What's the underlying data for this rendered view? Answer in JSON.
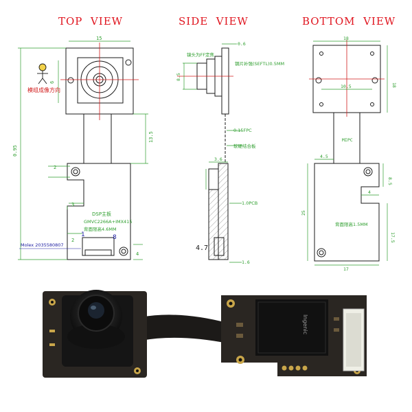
{
  "views": {
    "top": "TOP  VIEW",
    "side": "SIDE  VIEW",
    "bottom": "BOTTOM  VIEW"
  },
  "top_view": {
    "imaging_direction": "模组成像方向",
    "dsp_board": "DSP主板",
    "dsp_chip": "GMVC2266A+IMX415",
    "back_height": "背面限高4.6MM",
    "connector": "Molex 2035580807",
    "pin_1": "1",
    "pin_8": "8",
    "dims": {
      "total_height": "0.95",
      "flex_length": "13.5",
      "dim_a": "15",
      "dim_b": "2",
      "dim_c": "3",
      "dim_d": "6",
      "dim_e": "4",
      "dim_f": "2"
    }
  },
  "side_view": {
    "lens_note": "镜头为FF定焦",
    "stiffener_note": "钢片补强(SEFTL)0.5MM",
    "fpc_note": "0.15FPC",
    "rigid_flex_note": "软硬结合板",
    "pcb_note": "1.0PCB",
    "top_dim": "0.6",
    "connector_h": "4.7",
    "bottom_dim": "1.6",
    "stub_dim": "3.6",
    "lens_dim": "8.5"
  },
  "bottom_view": {
    "width": "18",
    "height": "18",
    "hole_span": "10.5",
    "fpc": "MIPC",
    "back_height": "背面限高1.5MM",
    "dim_left": "4.5",
    "dim_right": "8.5",
    "dim_notch": "4",
    "dim_board_w": "17",
    "dim_board_h": "17.5",
    "dim_side": "25"
  },
  "photo": {
    "chip_brand": "Ingenic"
  },
  "colors": {
    "title": "#e0141e",
    "dimension": "#2e9e2e",
    "centerline": "#d11a1a",
    "outline": "#1a1a1a",
    "pcb": "#2a2622",
    "gold": "#c9a64a"
  }
}
